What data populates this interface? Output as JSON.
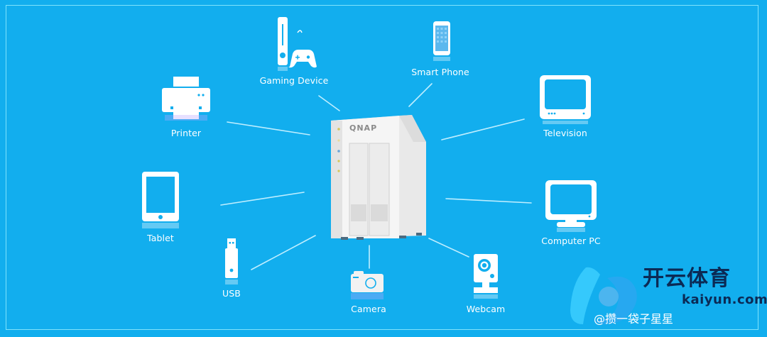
{
  "center_device": {
    "brand": "QNAP",
    "type": "NAS"
  },
  "devices": [
    {
      "id": "gaming",
      "label": "Gaming Device",
      "icon": "game-console-icon"
    },
    {
      "id": "smartphone",
      "label": "Smart Phone",
      "icon": "smartphone-icon"
    },
    {
      "id": "printer",
      "label": "Printer",
      "icon": "printer-icon"
    },
    {
      "id": "television",
      "label": "Television",
      "icon": "television-icon"
    },
    {
      "id": "tablet",
      "label": "Tablet",
      "icon": "tablet-icon"
    },
    {
      "id": "computer",
      "label": "Computer PC",
      "icon": "monitor-icon"
    },
    {
      "id": "usb",
      "label": "USB",
      "icon": "usb-drive-icon"
    },
    {
      "id": "camera",
      "label": "Camera",
      "icon": "camera-icon"
    },
    {
      "id": "webcam",
      "label": "Webcam",
      "icon": "webcam-icon"
    }
  ],
  "watermark": {
    "title": "开云体育",
    "subtitle": "@攒一袋子星星",
    "domain": "kaiyun.com"
  },
  "colors": {
    "background": "#12aeee",
    "frame": "#7fe3fb",
    "icon": "#ffffff",
    "nas_body": "#f2f2f2",
    "watermark_text": "#0b2a55"
  }
}
